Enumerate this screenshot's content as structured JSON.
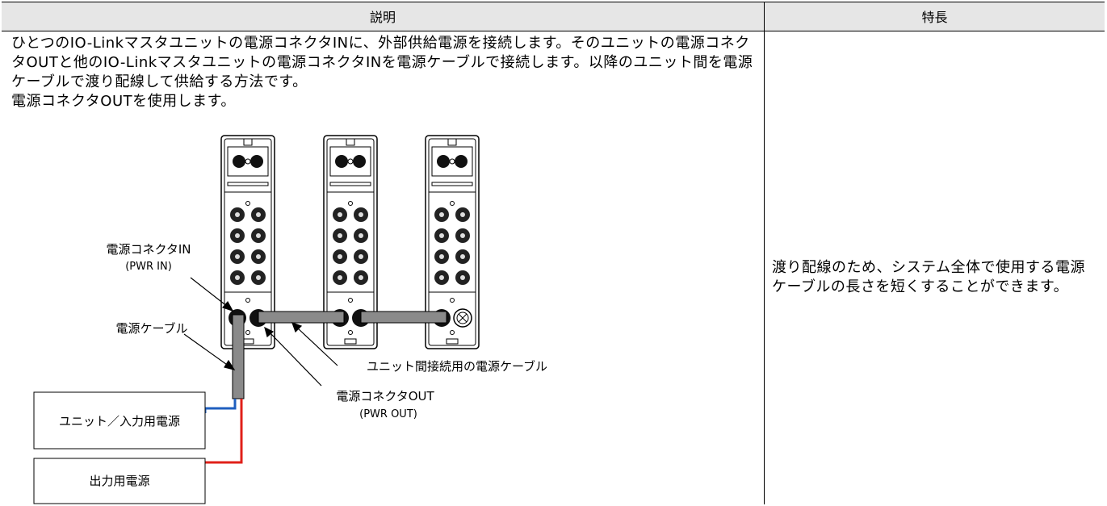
{
  "header": {
    "col_description": "説明",
    "col_feature": "特長"
  },
  "description": {
    "para1": "ひとつのIO-Linkマスタユニットの電源コネクタINに、外部供給電源を接続します。そのユニットの電源コネクタOUTと他のIO-Linkマスタユニットの電源コネクタINを電源ケーブルで接続します。以降のユニット間を電源ケーブルで渡り配線して供給する方法です。",
    "para2": "電源コネクタOUTを使用します。"
  },
  "feature": {
    "text": "渡り配線のため、システム全体で使用する電源ケーブルの長さを短くすることができます。"
  },
  "diagram": {
    "label_pwr_in": "電源コネクタIN",
    "label_pwr_in_en": "(PWR IN)",
    "label_cable": "電源ケーブル",
    "label_unit_cable": "ユニット間接続用の電源ケーブル",
    "label_pwr_out": "電源コネクタOUT",
    "label_pwr_out_en": "(PWR OUT)",
    "box_unit_power": "ユニット／入力用電源",
    "box_output_power": "出力用電源",
    "colors": {
      "wire_blue": "#1f5fbf",
      "wire_red": "#e0201a",
      "cable": "#808080"
    }
  }
}
